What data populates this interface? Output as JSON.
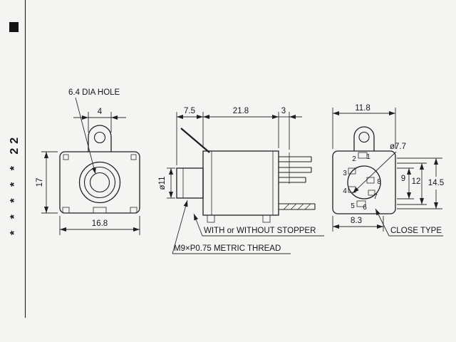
{
  "margin": {
    "side_label": "* * * * * 22"
  },
  "front_view": {
    "hole_label": "6.4 DIA HOLE",
    "dim_tab": "4",
    "dim_height": "17",
    "dim_width": "16.8"
  },
  "side_view": {
    "dim_bushing": "7.5",
    "dim_body": "21.8",
    "dim_pin": "3",
    "dim_barrel": "ø11",
    "stopper_note": "WITH or WITHOUT STOPPER",
    "thread_note": "M9×P0.75 METRIC THREAD"
  },
  "rear_view": {
    "dim_width": "11.8",
    "hole_label": "ø7.7",
    "dim_inner": "9",
    "dim_mid": "12",
    "dim_outer": "14.5",
    "dim_bottom": "8.3",
    "type_note": "CLOSE TYPE",
    "pins": [
      "1",
      "2",
      "3",
      "4",
      "5",
      "6",
      "7",
      "8"
    ]
  }
}
